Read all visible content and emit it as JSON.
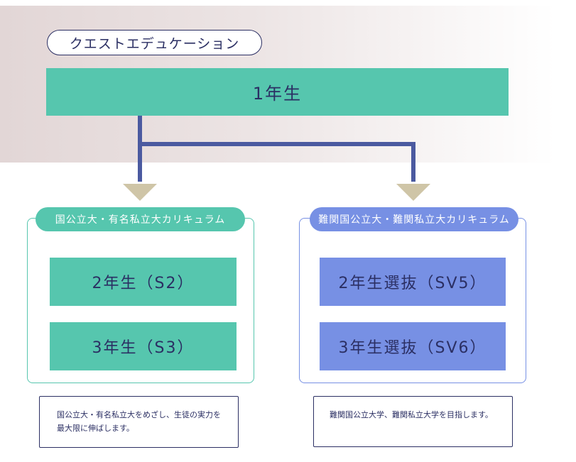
{
  "header": {
    "school_name": "クエストエデュケーション",
    "first_year": "1年生"
  },
  "tracks": [
    {
      "title": "国公立大・有名私立大カリキュラム",
      "courses": [
        "2年生（S2）",
        "3年生（S3）"
      ],
      "description": "国公立大・有名私立大をめざし、生徒の実力を最大限に伸ばします。"
    },
    {
      "title": "難関国公立大・難関私立大カリキュラム",
      "courses": [
        "2年生選抜（SV5）",
        "3年生選抜（SV6）"
      ],
      "description": "難関国公立大学、難関私立大学を目指します。"
    }
  ],
  "colors": {
    "navy": "#2b2f63",
    "green": "#56c6ae",
    "blue": "#7790e4",
    "connector": "#4b5aa0",
    "arrow": "#cfc5a7"
  }
}
